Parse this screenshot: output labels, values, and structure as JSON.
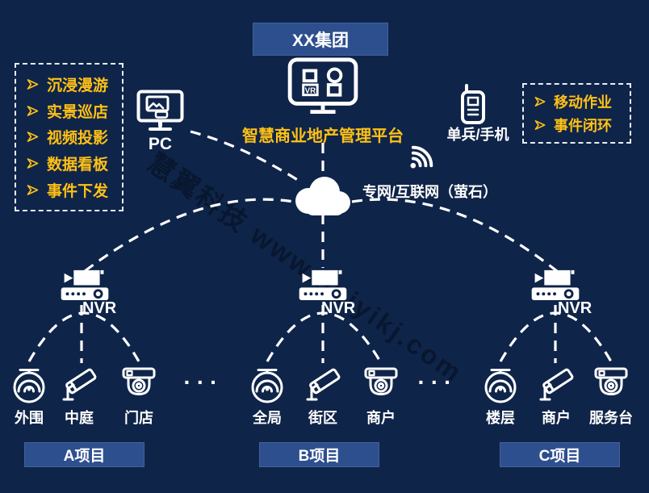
{
  "colors": {
    "background": "#0f2449",
    "panel_blue": "#2e4f8e",
    "accent_yellow": "#ffc115",
    "line_white": "#ffffff",
    "watermark": "rgba(2,9,22,0.5)"
  },
  "header": {
    "group_label": "XX集团",
    "platform_title": "智慧商业地产管理平台",
    "vr_badge": "VR"
  },
  "left_panel": {
    "items": [
      {
        "label": "沉浸漫游"
      },
      {
        "label": "实景巡店"
      },
      {
        "label": "视频投影"
      },
      {
        "label": "数据看板"
      },
      {
        "label": "事件下发"
      }
    ]
  },
  "right_panel": {
    "items": [
      {
        "label": "移动作业"
      },
      {
        "label": "事件闭环"
      }
    ]
  },
  "devices": {
    "pc_label": "PC",
    "mobile_label": "单兵/手机",
    "network_label": "专网/互联网（萤石）"
  },
  "projects": [
    {
      "name": "A项目",
      "nvr_label": "NVR",
      "cameras": [
        "外围",
        "中庭",
        "门店"
      ]
    },
    {
      "name": "B项目",
      "nvr_label": "NVR",
      "cameras": [
        "全局",
        "街区",
        "商户"
      ]
    },
    {
      "name": "C项目",
      "nvr_label": "NVR",
      "cameras": [
        "楼层",
        "商户",
        "服务台"
      ]
    }
  ],
  "separators": {
    "dots": "···"
  },
  "watermark": {
    "text": "慧翼科技 www.huiyikj.com"
  }
}
